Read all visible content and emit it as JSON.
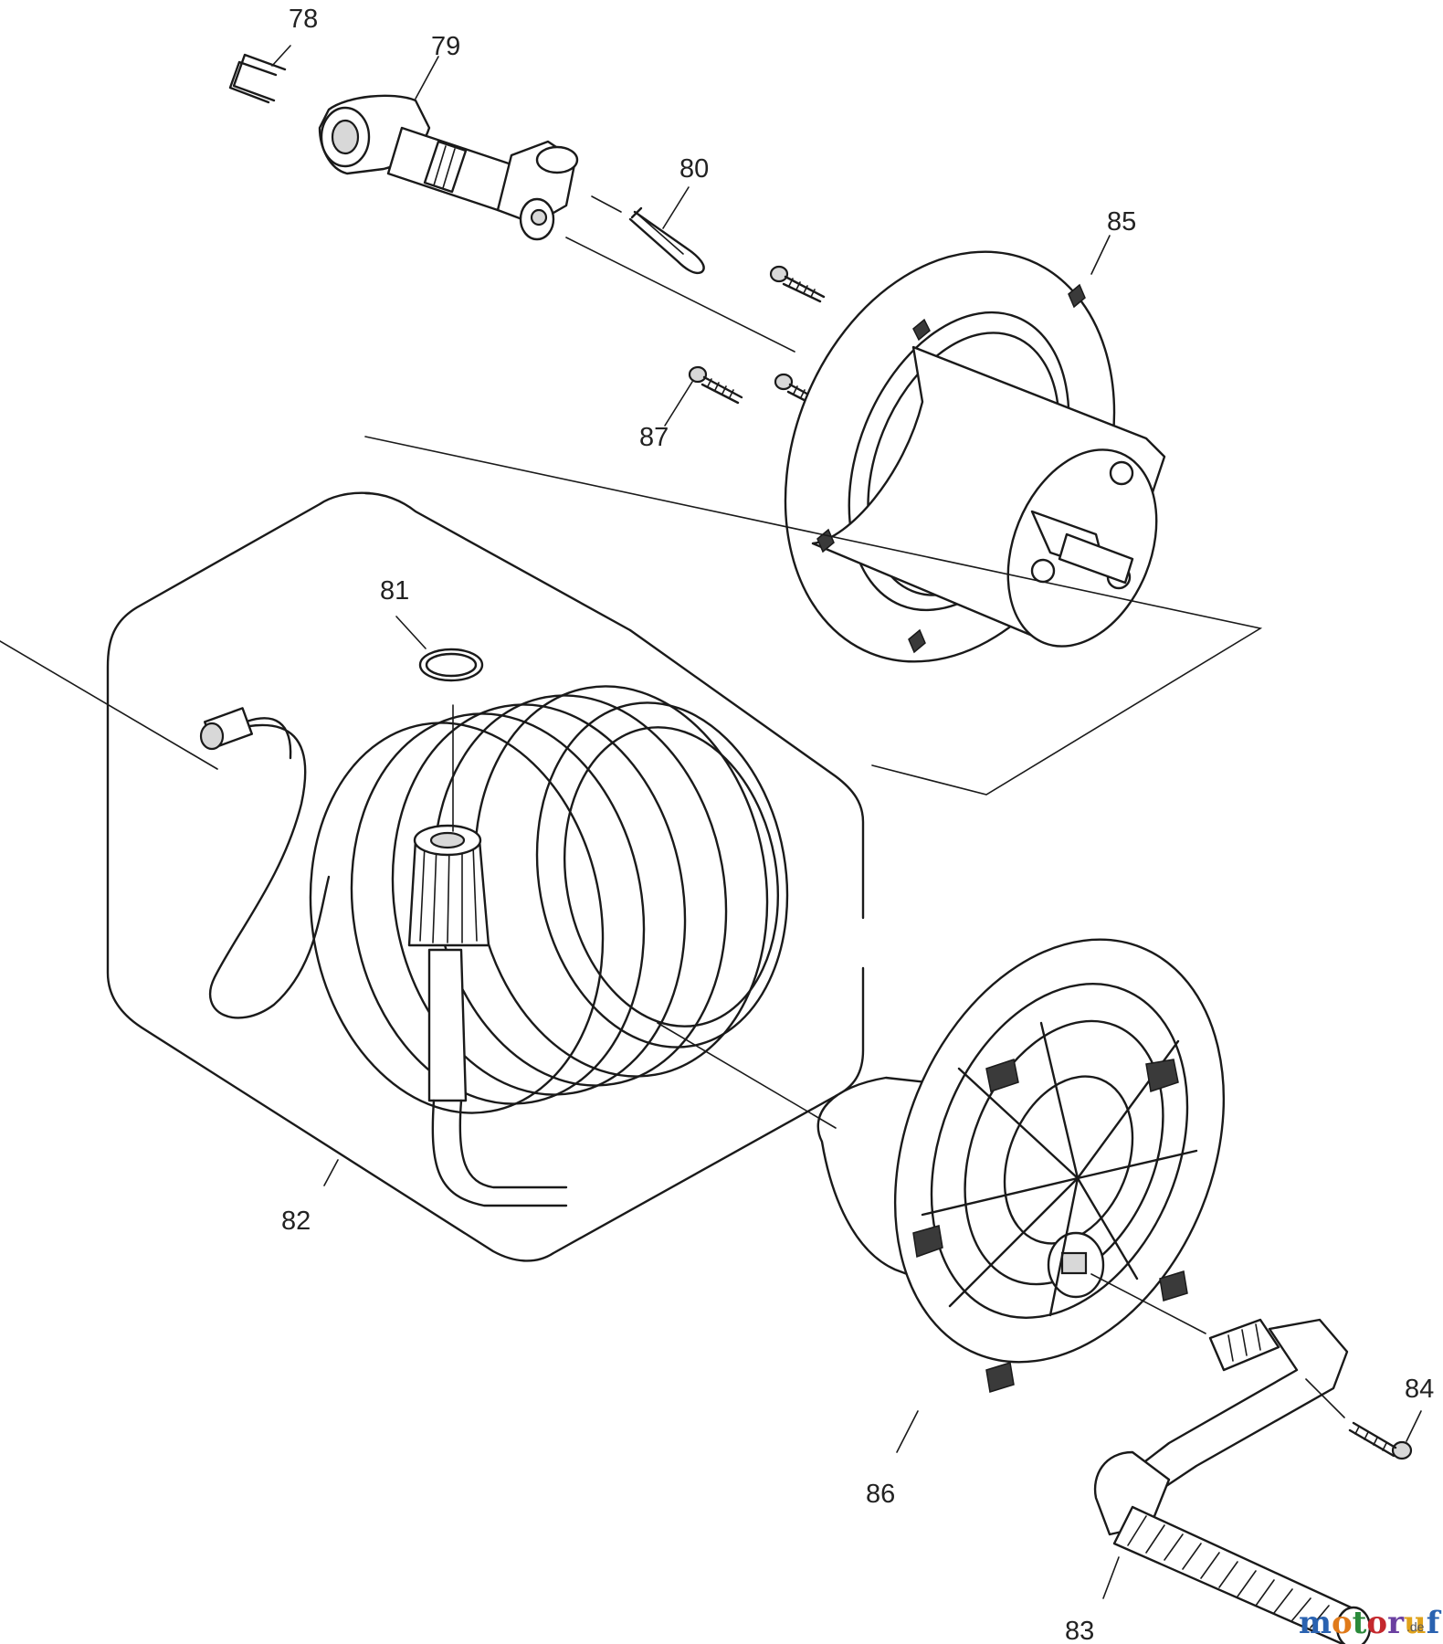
{
  "callouts": [
    "78",
    "79",
    "80",
    "85",
    "87",
    "81",
    "82",
    "86",
    "84",
    "83"
  ],
  "watermark": {
    "letters": [
      "m",
      "o",
      "t",
      "o",
      "r",
      "u",
      "f"
    ],
    "suffix": ".de",
    "colors": [
      "#2a62b0",
      "#e07a1a",
      "#2a8a3a",
      "#c4282d",
      "#6a3fa0",
      "#e0a21a",
      "#2a62b0"
    ]
  }
}
